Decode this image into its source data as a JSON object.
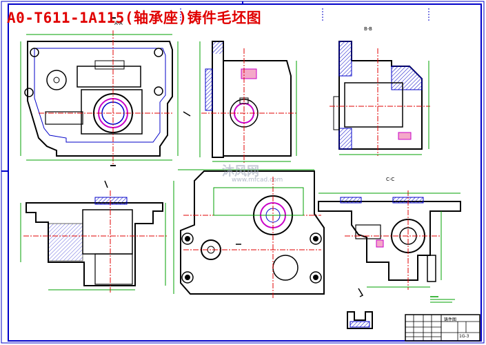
{
  "drawing": {
    "title": "A0-T611-1A115(轴承座)铸件毛坯图",
    "watermark": {
      "brand": "沐风网",
      "url": "www.mfcad.com"
    },
    "view_tags": [
      "B-B",
      "C-C",
      "A-A"
    ],
    "title_block": {
      "name": "铸件图",
      "code": "1G-3"
    },
    "colors": {
      "frame": "#0000c8",
      "title": "#e00000",
      "outline": "#000000",
      "centerline": "#e00000",
      "dimension": "#00a000",
      "hatch": "#0000c8",
      "bore": "#c800c8"
    }
  }
}
